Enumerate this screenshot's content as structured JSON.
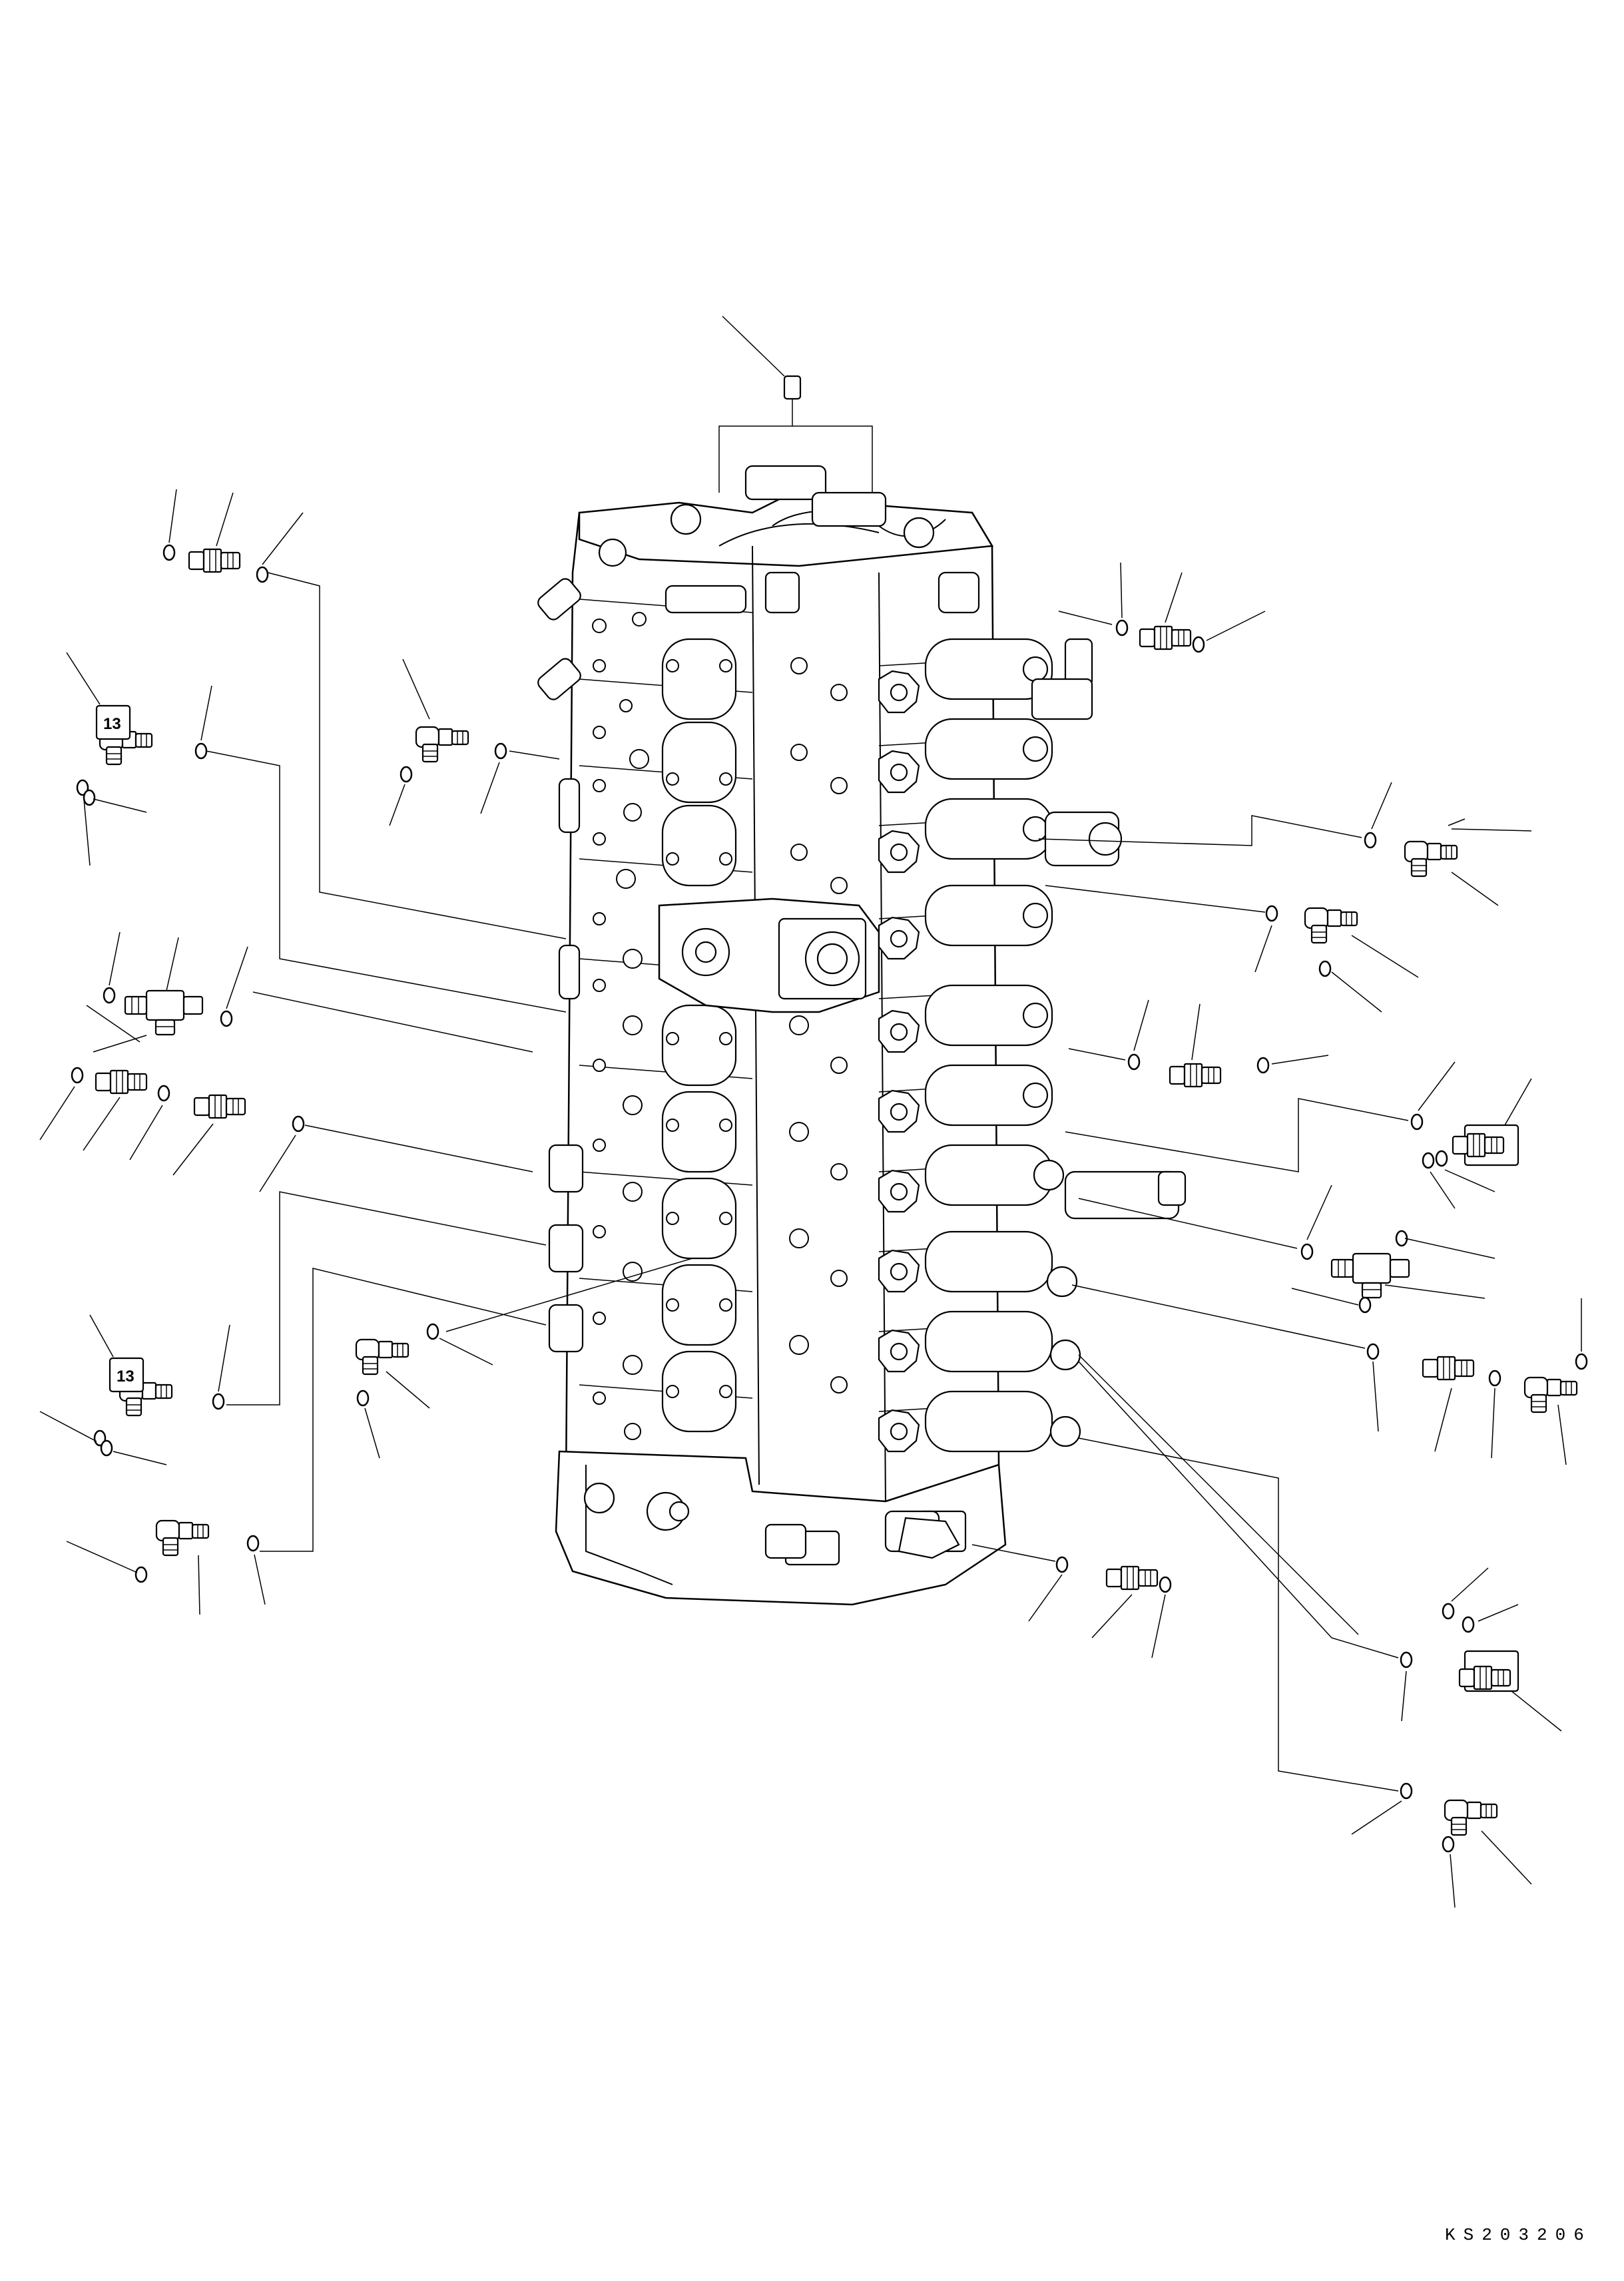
{
  "drawing": {
    "code": "KS203206",
    "callout_badges": [
      "13",
      "13"
    ]
  }
}
